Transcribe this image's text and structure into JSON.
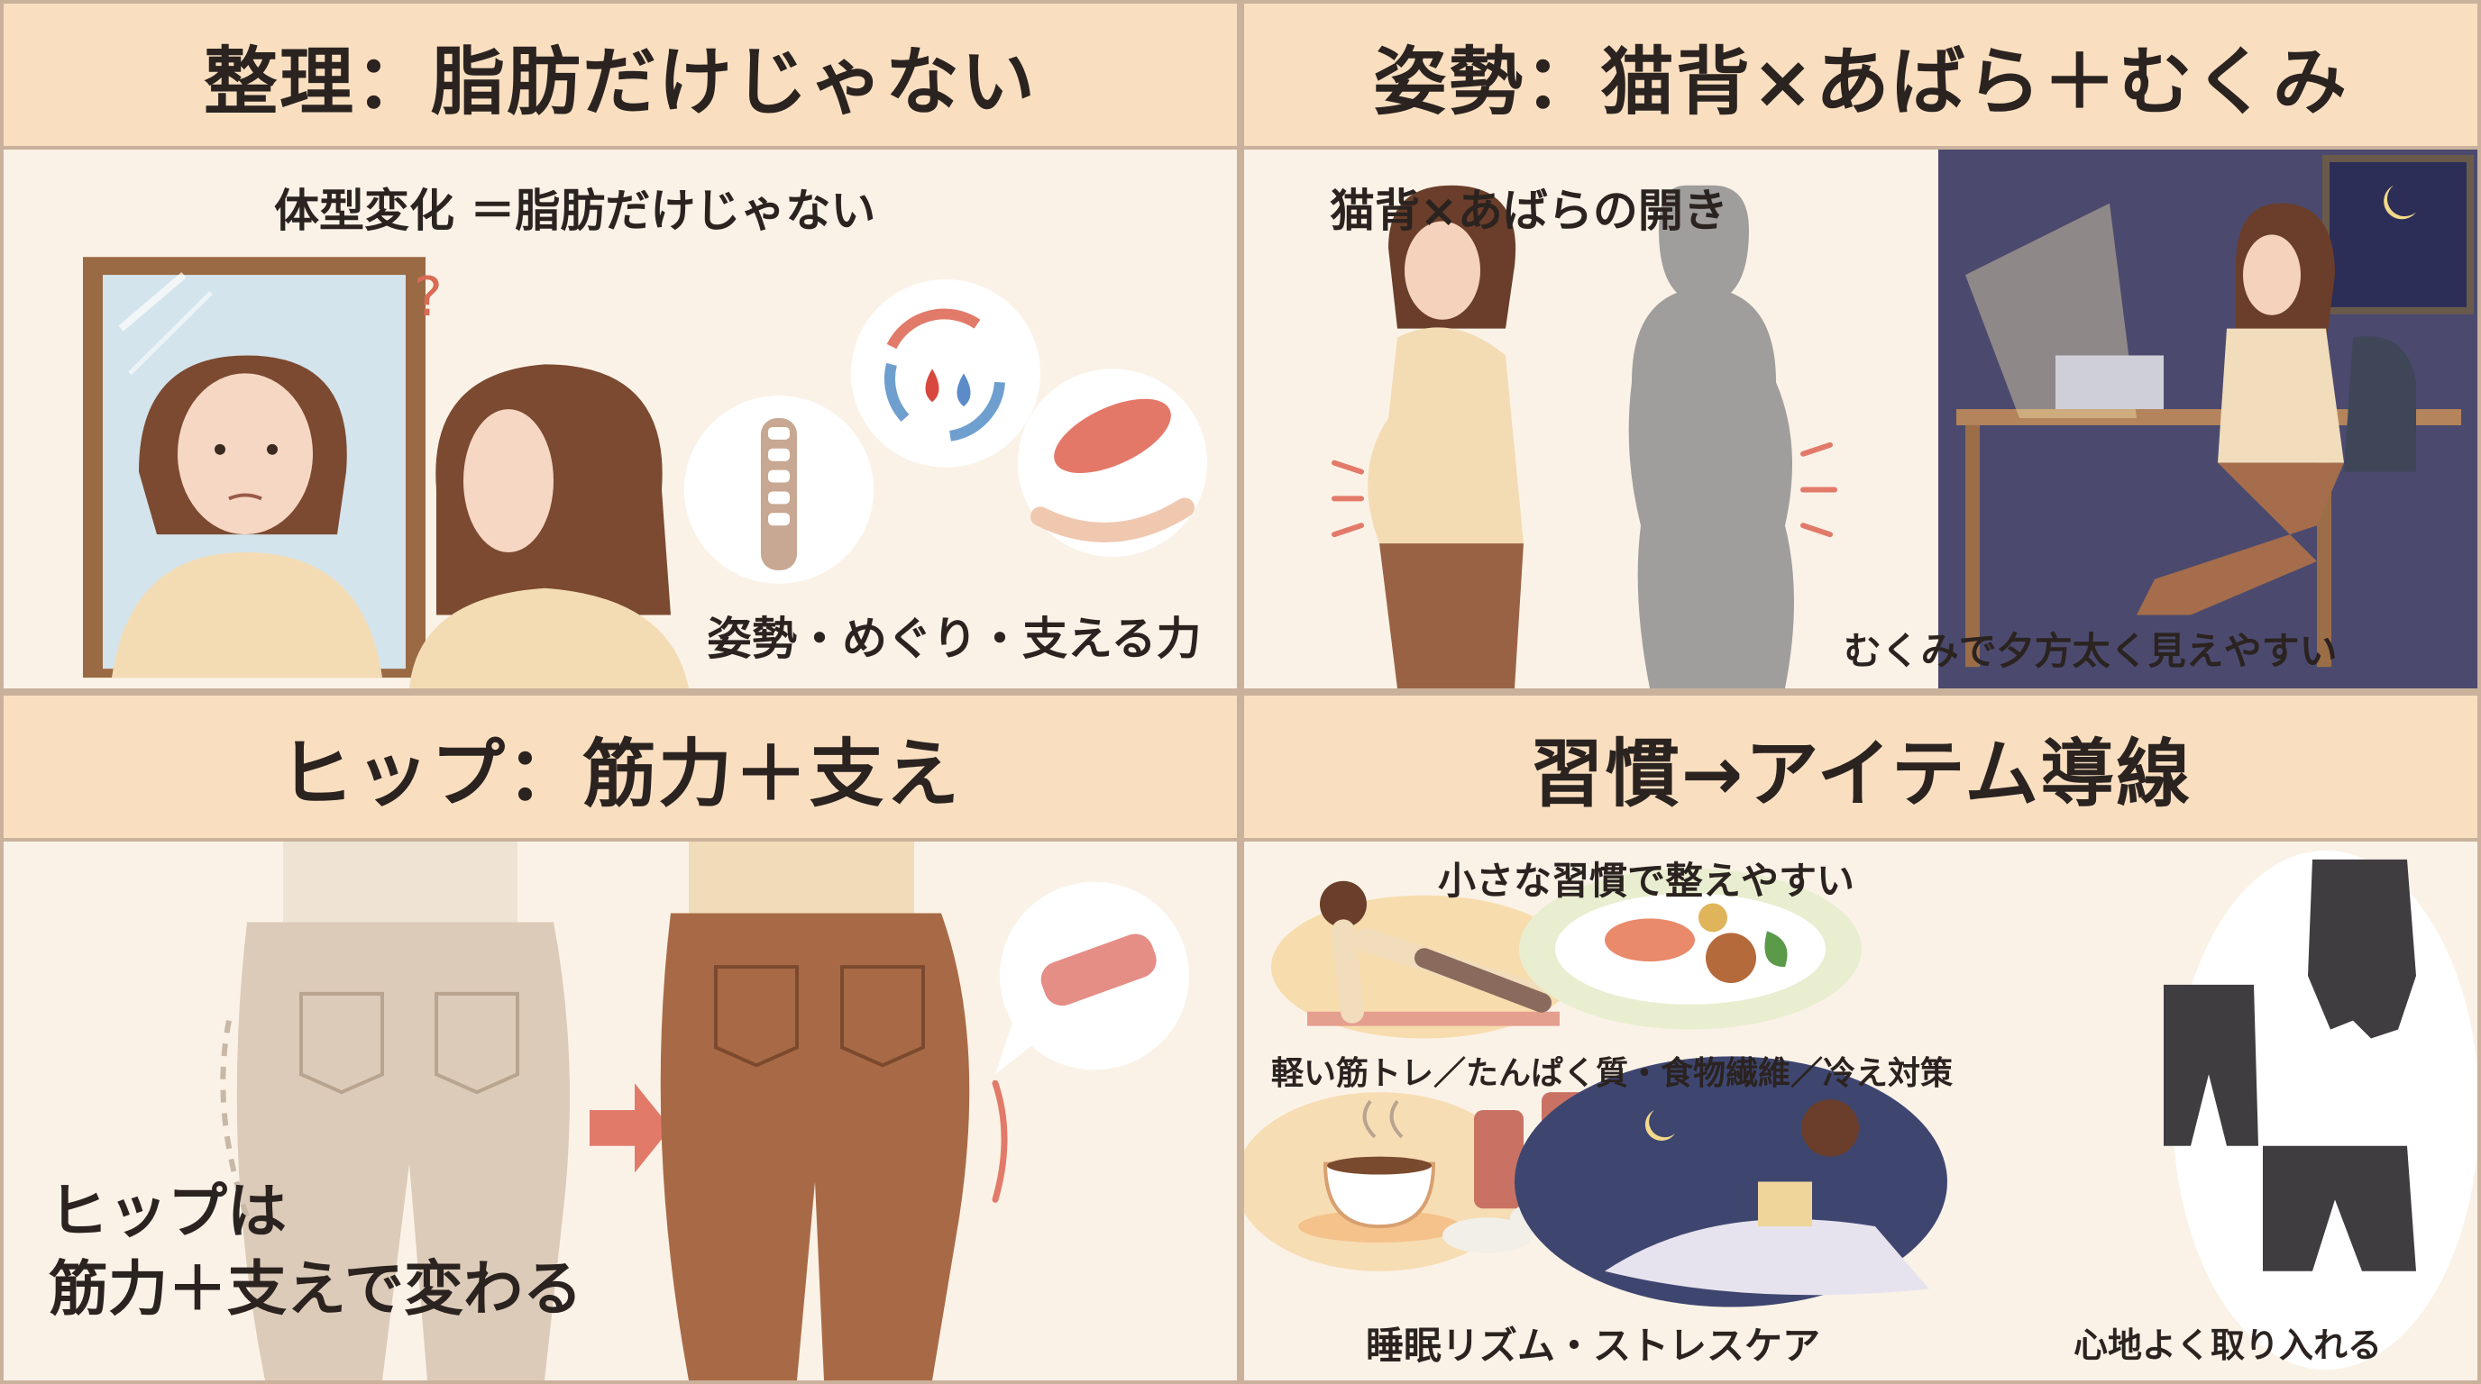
{
  "panels": {
    "p1": {
      "title": "整理：脂肪だけじゃない",
      "subtitle": "体型変化 ＝脂肪だけじゃない",
      "caption": "姿勢・めぐり・支える力",
      "icons": [
        "spine-icon",
        "circulation-icon",
        "muscle-icon"
      ]
    },
    "p2": {
      "title": "姿勢：猫背×あばら＋むくみ",
      "subtitle": "猫背×あばらの開き",
      "caption": "むくみで夕方太く見えやすい"
    },
    "p3": {
      "title": "ヒップ：筋力＋支え",
      "caption_line1": "ヒップは",
      "caption_line2": "筋力＋支えで変わる",
      "icons": [
        "resistance-band-icon",
        "arrow-right-icon"
      ]
    },
    "p4": {
      "title": "習慣→アイテム導線",
      "subtitle": "小さな習慣で整えやすい",
      "caption1": "軽い筋トレ／たんぱく質・食物繊維／冷え対策",
      "caption2": "睡眠リズム・ストレスケア",
      "caption3": "心地よく取り入れる",
      "icons": [
        "plank-icon",
        "meal-icon",
        "tea-icon",
        "leg-warmer-icon",
        "sleep-icon",
        "shapewear-icon"
      ]
    }
  },
  "colors": {
    "header_bg": "#f9dfc0",
    "panel_bg": "#fbf2e7",
    "border": "#c9b19c",
    "accent": "#e27a6a",
    "text": "#2b2320"
  }
}
